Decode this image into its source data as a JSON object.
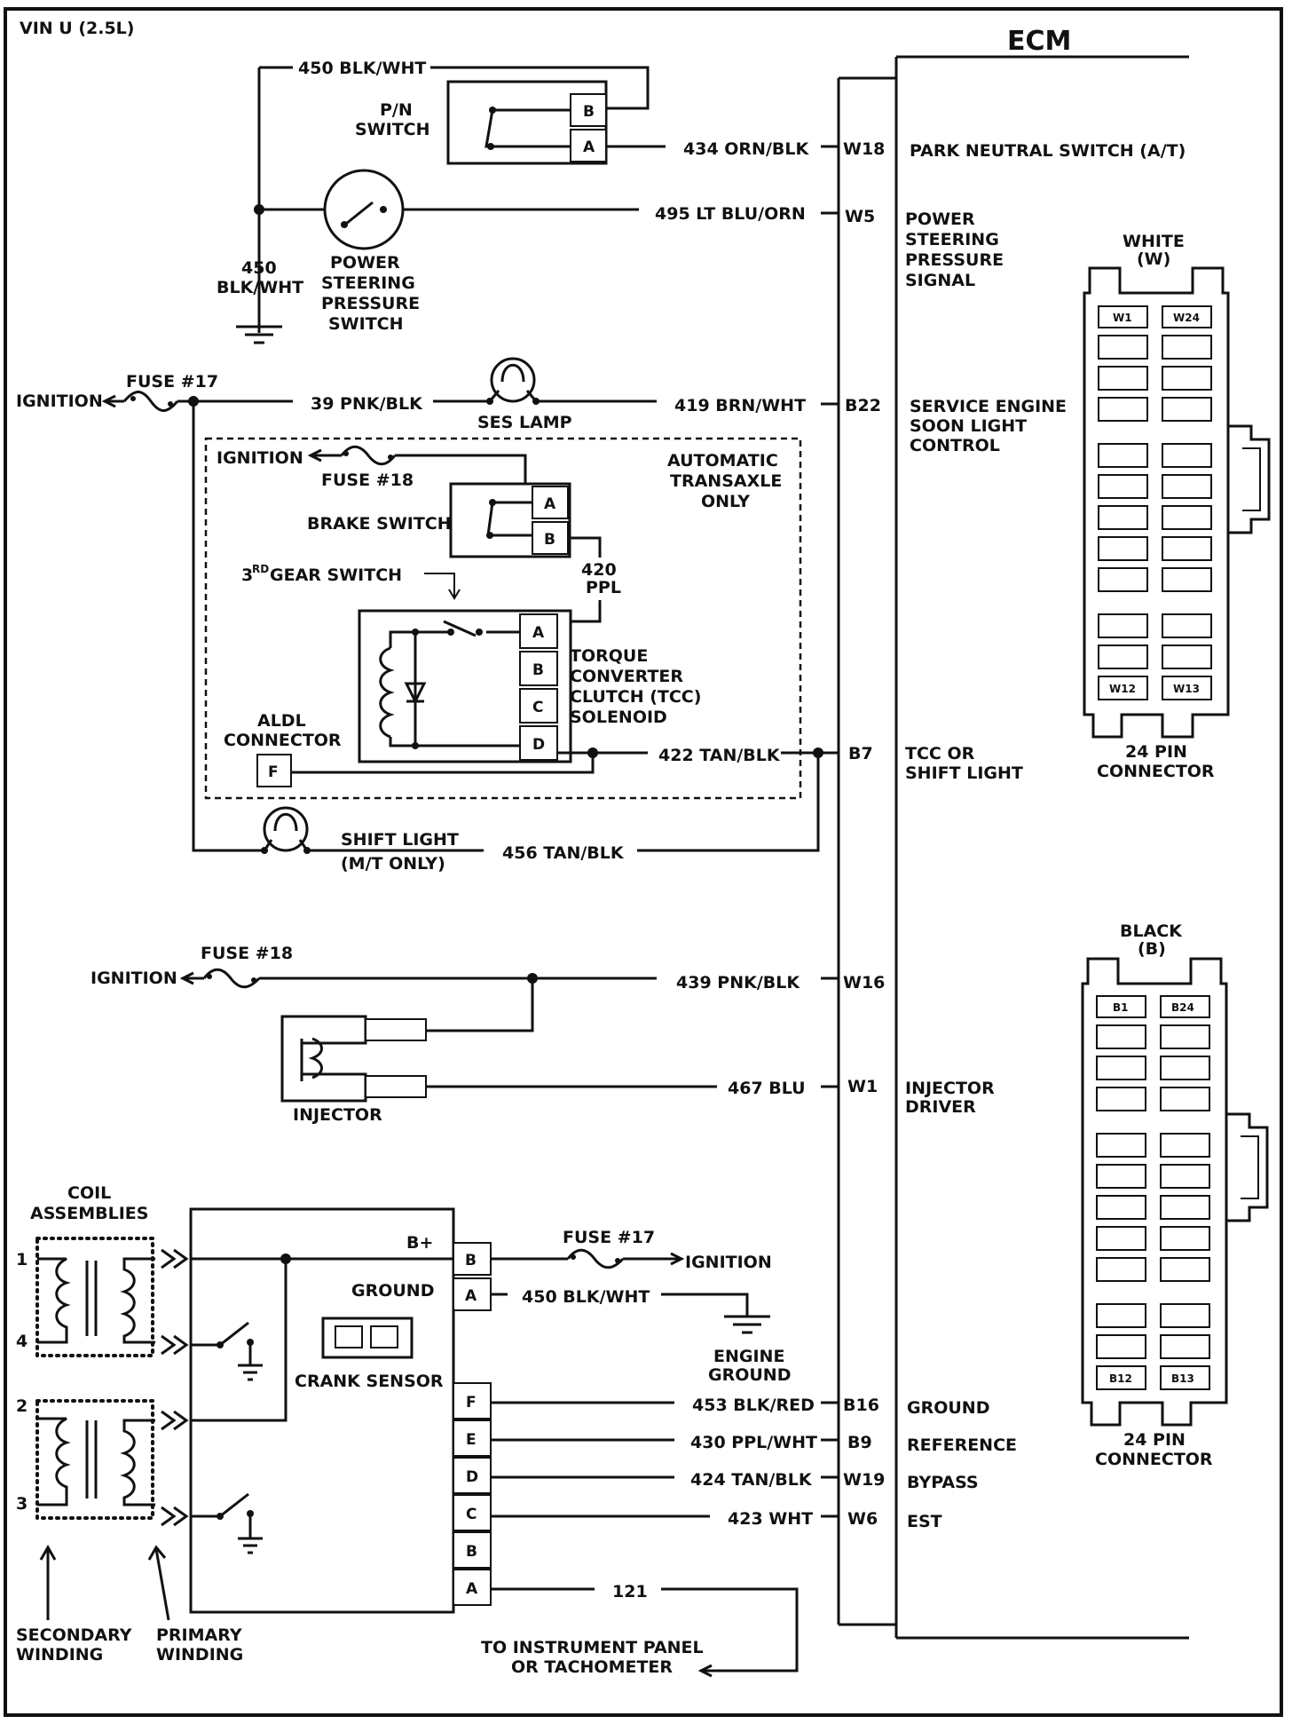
{
  "title": "VIN U (2.5L)",
  "ecm": {
    "title": "ECM",
    "white_connector": {
      "label1": "WHITE",
      "label2": "(W)",
      "top_left": "W1",
      "top_right": "W24",
      "bottom_left": "W12",
      "bottom_right": "W13",
      "footer1": "24 PIN",
      "footer2": "CONNECTOR"
    },
    "black_connector": {
      "label1": "BLACK",
      "label2": "(B)",
      "top_left": "B1",
      "top_right": "B24",
      "bottom_left": "B12",
      "bottom_right": "B13",
      "footer1": "24 PIN",
      "footer2": "CONNECTOR"
    },
    "functions": {
      "park_neutral": "PARK NEUTRAL SWITCH (A/T)",
      "ps1": "POWER",
      "ps2": "STEERING",
      "ps3": "PRESSURE",
      "ps4": "SIGNAL",
      "ses1": "SERVICE ENGINE",
      "ses2": "SOON LIGHT",
      "ses3": "CONTROL",
      "tcc1": "TCC OR",
      "tcc2": "SHIFT LIGHT",
      "inj1": "INJECTOR",
      "inj2": "DRIVER",
      "ground": "GROUND",
      "reference": "REFERENCE",
      "bypass": "BYPASS",
      "est": "EST"
    }
  },
  "pins": {
    "w18": "W18",
    "w5": "W5",
    "b22": "B22",
    "b7": "B7",
    "w16": "W16",
    "w1": "W1",
    "b16": "B16",
    "b9": "B9",
    "w19": "W19",
    "w6": "W6"
  },
  "wires": {
    "w450_top": "450 BLK/WHT",
    "w434": "434 ORN/BLK",
    "w495": "495 LT BLU/ORN",
    "w450_a": "450",
    "w450_b": "BLK/WHT",
    "w39": "39 PNK/BLK",
    "w419": "419 BRN/WHT",
    "w420_a": "420",
    "w420_b": "PPL",
    "w422": "422 TAN/BLK",
    "w456": "456 TAN/BLK",
    "w439": "439  PNK/BLK",
    "w467": "467 BLU",
    "w450_ign": "450 BLK/WHT",
    "w453": "453 BLK/RED",
    "w430": "430 PPL/WHT",
    "w424": "424 TAN/BLK",
    "w423": "423 WHT",
    "w121": "121"
  },
  "components": {
    "pn1": "P/N",
    "pn2": "SWITCH",
    "pss1": "POWER",
    "pss2": "STEERING",
    "pss3": "PRESSURE",
    "pss4": "SWITCH",
    "fuse17": "FUSE #17",
    "ignition": "IGNITION",
    "ses_lamp": "SES LAMP",
    "fuse18": "FUSE #18",
    "brake_switch": "BRAKE SWITCH",
    "third_gear_a": "3",
    "third_gear_sup": "RD",
    "third_gear_b": " GEAR SWITCH",
    "at1": "AUTOMATIC",
    "at2": "TRANSAXLE",
    "at3": "ONLY",
    "tcc1": "TORQUE",
    "tcc2": "CONVERTER",
    "tcc3": "CLUTCH (TCC)",
    "tcc4": "SOLENOID",
    "aldl1": "ALDL",
    "aldl2": "CONNECTOR",
    "shift1": "SHIFT LIGHT",
    "shift2": "(M/T ONLY)",
    "injector": "INJECTOR",
    "coil1": "COIL",
    "coil2": "ASSEMBLIES",
    "b_plus": "B+",
    "ground_lbl": "GROUND",
    "crank": "CRANK SENSOR",
    "eng1": "ENGINE",
    "eng2": "GROUND",
    "sec1": "SECONDARY",
    "sec2": "WINDING",
    "pri1": "PRIMARY",
    "pri2": "WINDING",
    "tip1": "TO INSTRUMENT PANEL",
    "tip2": "OR TACHOMETER"
  },
  "pin_letters": {
    "a": "A",
    "b": "B",
    "c": "C",
    "d": "D",
    "e": "E",
    "f": "F"
  },
  "coil_numbers": {
    "n1": "1",
    "n2": "2",
    "n3": "3",
    "n4": "4"
  }
}
